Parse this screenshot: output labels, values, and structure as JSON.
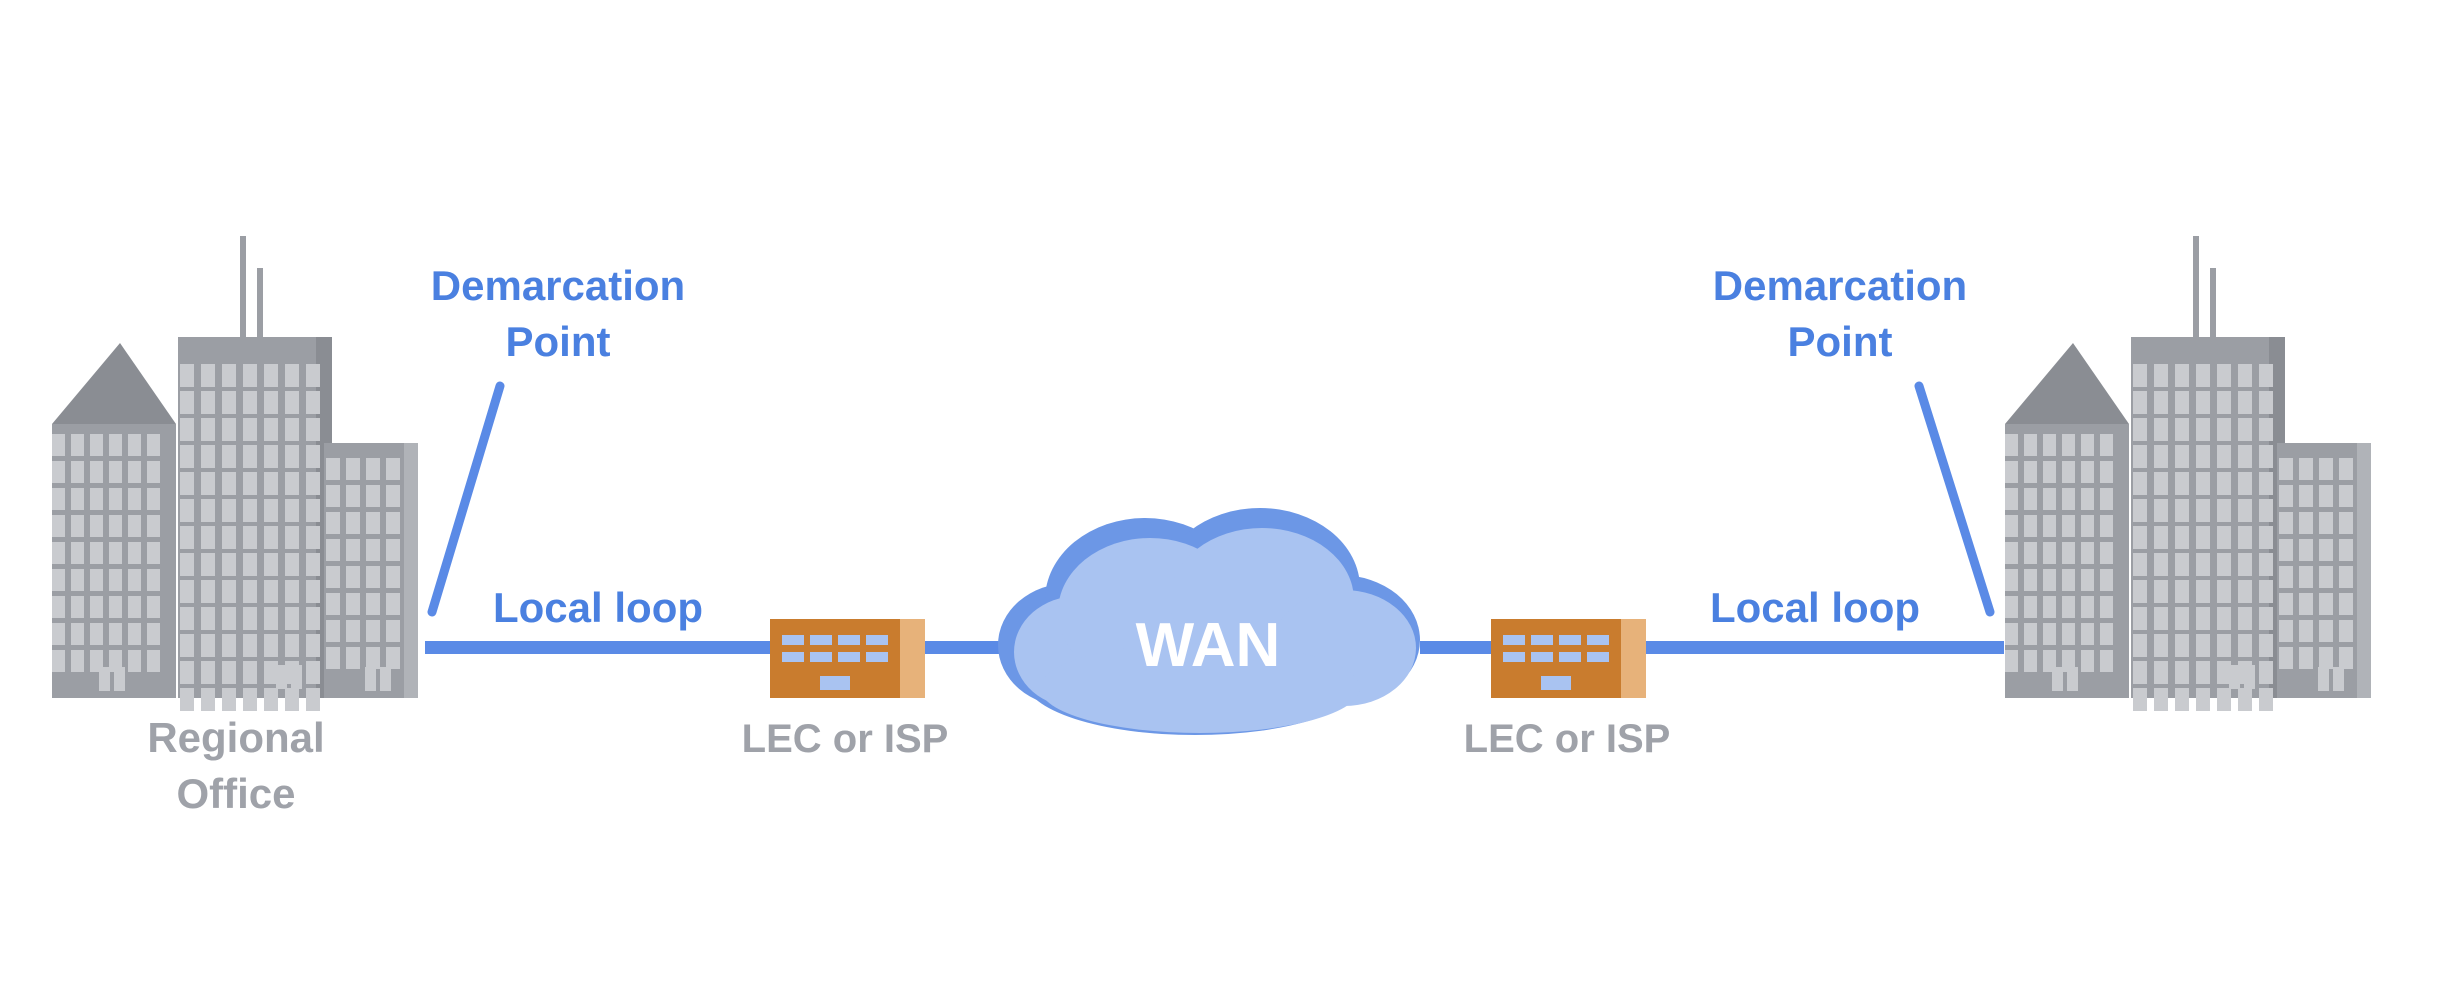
{
  "colors": {
    "link_blue": "#5a8ae6",
    "label_blue": "#4a80e0",
    "building_gray": "#9b9ea4",
    "building_dark": "#8a8d93",
    "window_light": "#c9cbcf",
    "device_orange": "#c97c2e",
    "device_side": "#e7b27a",
    "cloud_light": "#a9c3f1",
    "cloud_dark": "#6c97e6",
    "label_gray": "#9fa2a9"
  },
  "left": {
    "demarcation_line1": "Demarcation",
    "demarcation_line2": "Point",
    "local_loop": "Local loop",
    "device_label": "LEC or ISP",
    "building_line1": "Regional",
    "building_line2": "Office"
  },
  "cloud": {
    "label": "WAN"
  },
  "right": {
    "demarcation_line1": "Demarcation",
    "demarcation_line2": "Point",
    "local_loop": "Local loop",
    "device_label": "LEC or ISP"
  }
}
